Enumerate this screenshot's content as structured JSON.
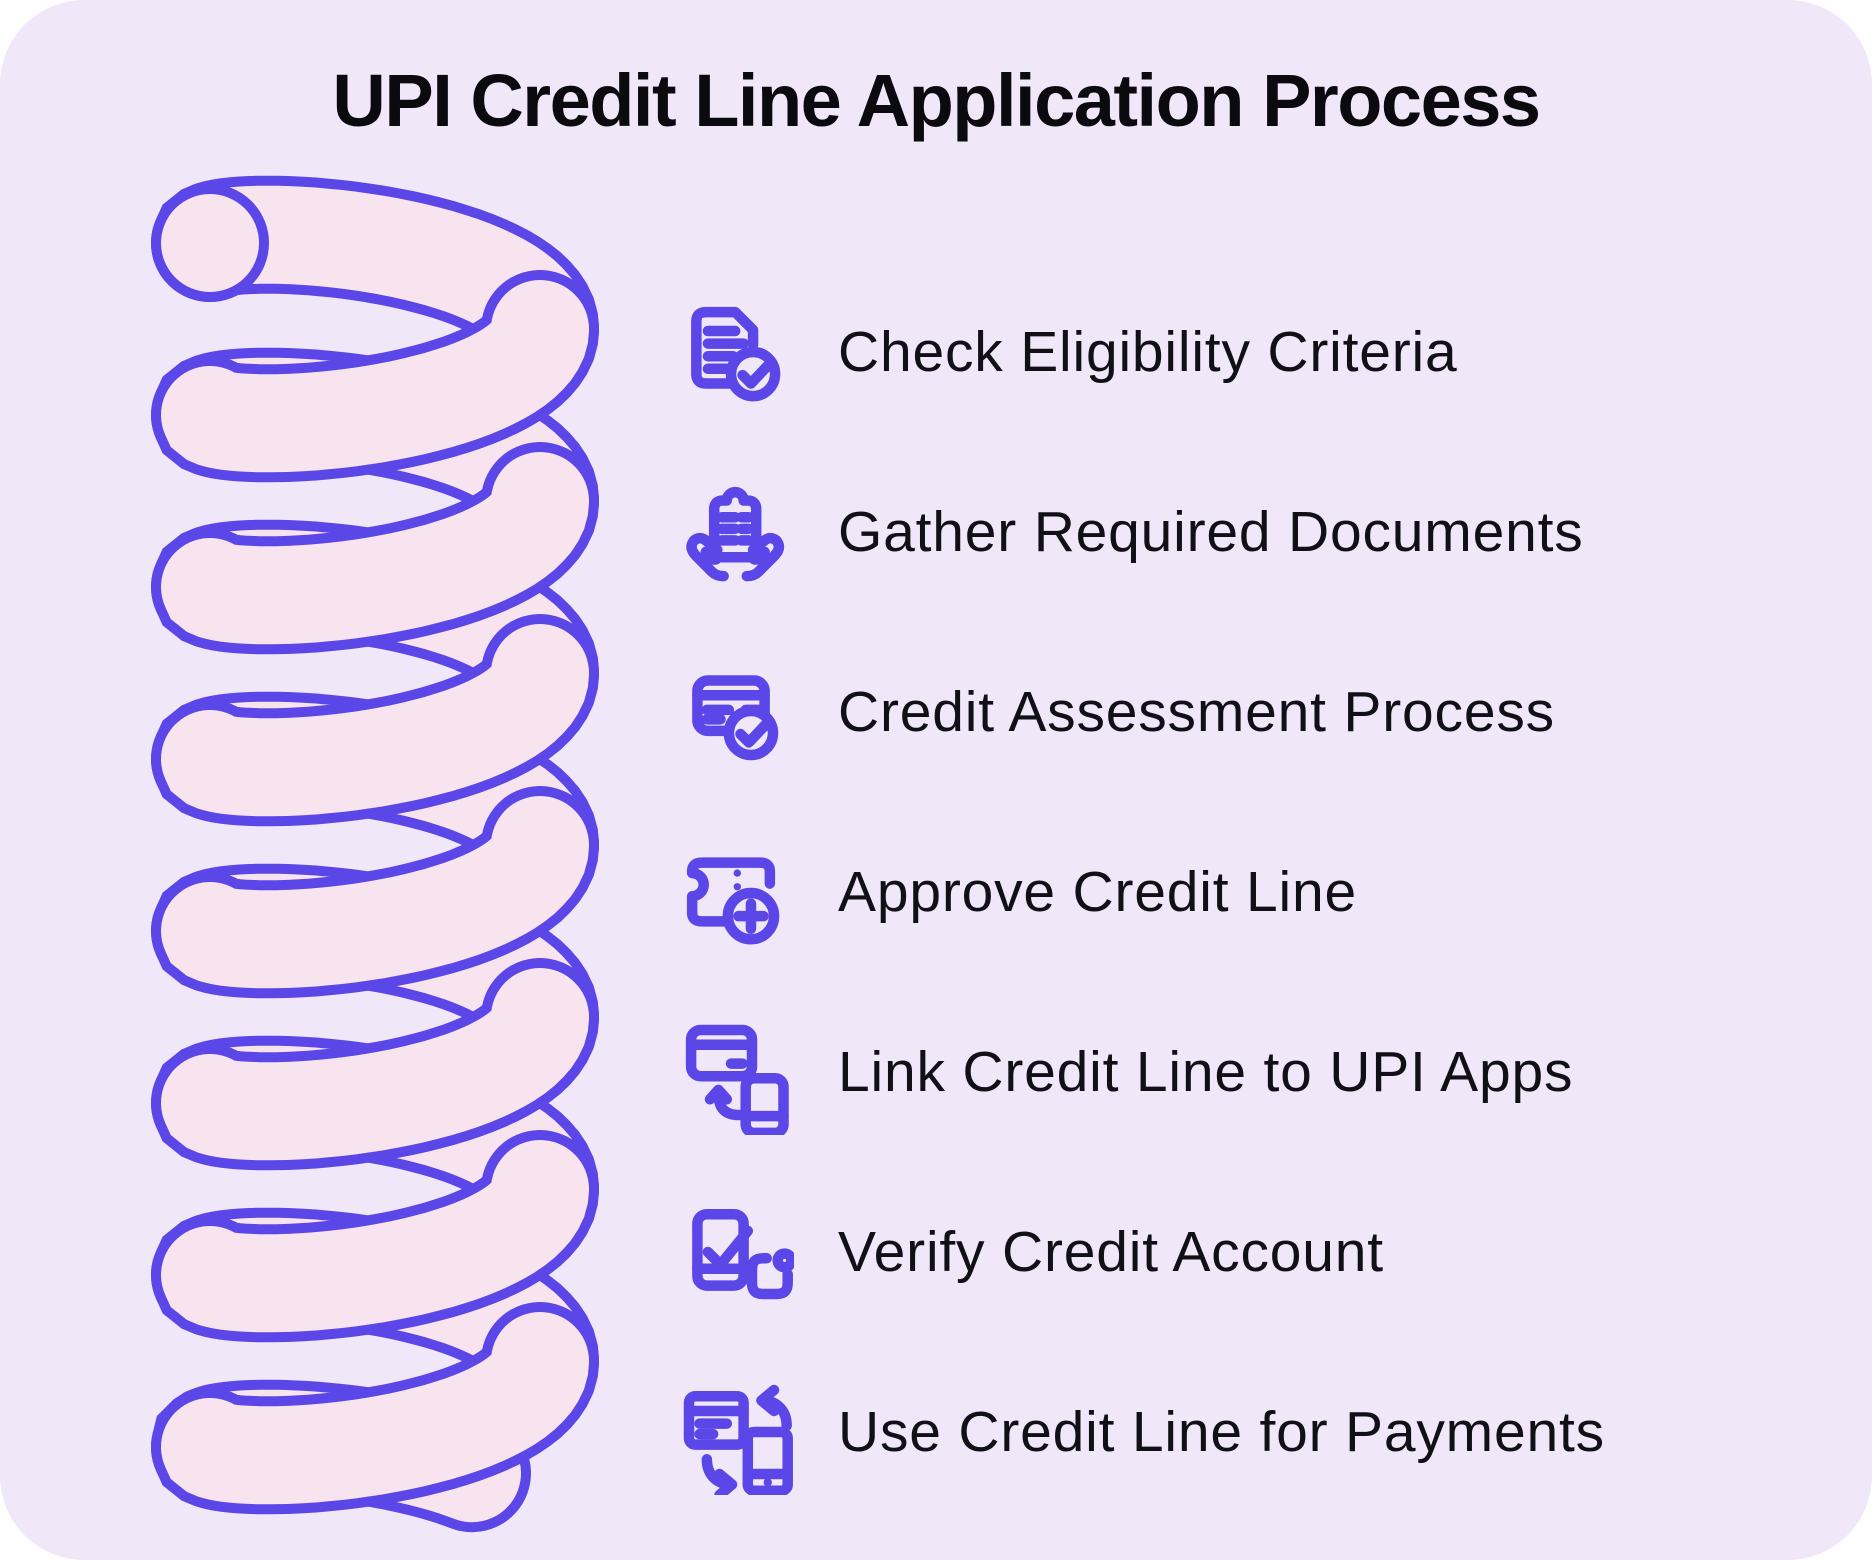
{
  "title": "UPI Credit Line Application Process",
  "colors": {
    "canvas_background": "#F0E8F9",
    "accent_purple": "#5B46E8",
    "coil_fill": "#F7E4EF",
    "title_text": "#0A0A0F",
    "step_text": "#101016"
  },
  "steps": [
    {
      "icon": "document-check-icon",
      "label": "Check Eligibility Criteria"
    },
    {
      "icon": "hands-holding-document-icon",
      "label": "Gather Required Documents"
    },
    {
      "icon": "credit-card-check-icon",
      "label": "Credit Assessment Process"
    },
    {
      "icon": "ticket-plus-icon",
      "label": "Approve Credit Line"
    },
    {
      "icon": "card-to-phone-link-icon",
      "label": "Link Credit Line to UPI Apps"
    },
    {
      "icon": "phone-check-verify-icon",
      "label": "Verify Credit Account"
    },
    {
      "icon": "card-phone-exchange-icon",
      "label": "Use Credit Line for Payments"
    }
  ]
}
